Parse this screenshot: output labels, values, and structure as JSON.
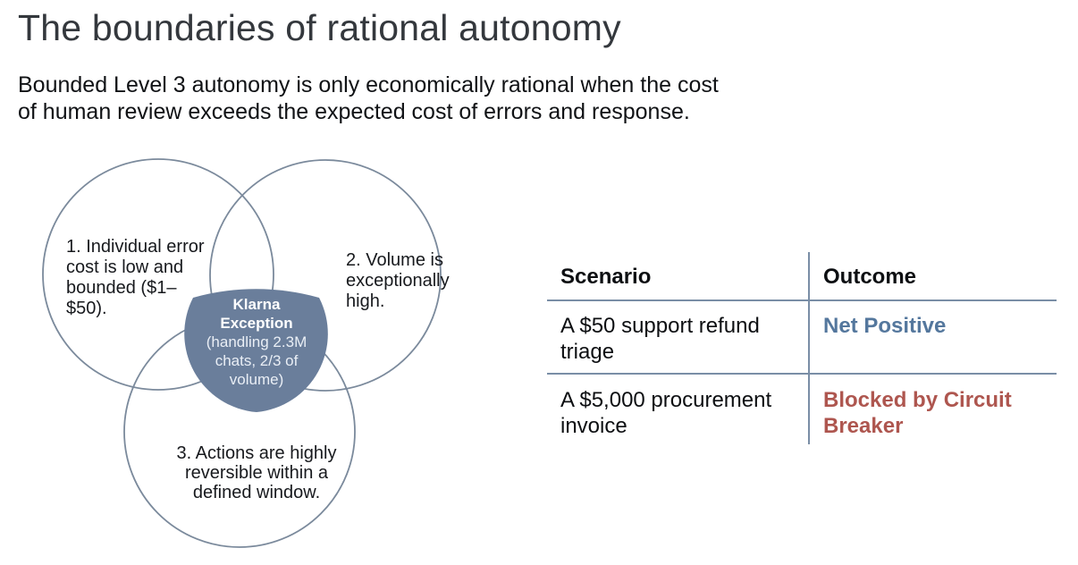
{
  "title": "The boundaries of rational autonomy",
  "subtitle": {
    "line1": "Bounded Level 3 autonomy is only economically rational when the cost",
    "line2": "of human review exceeds the expected cost of errors and response."
  },
  "venn": {
    "circle1_label": "1. Individual error cost is low and bounded ($1–$50).",
    "circle2_label": "2. Volume is exceptionally high.",
    "circle3_label": "3. Actions are highly reversible within a defined window.",
    "center": {
      "title": "Klarna Exception",
      "detail": "(handling 2.3M chats, 2/3 of volume)"
    },
    "colors": {
      "circle_stroke": "#7b8a9c",
      "center_fill": "#6a7e9b",
      "center_text": "#ffffff"
    }
  },
  "table": {
    "columns": [
      "Scenario",
      "Outcome"
    ],
    "rule_color": "#7a8ea6",
    "rows": [
      {
        "scenario": "A $50 support refund triage",
        "outcome": "Net Positive",
        "outcome_color": "#54779d"
      },
      {
        "scenario": "A $5,000 procurement invoice",
        "outcome": "Blocked by Circuit Breaker",
        "outcome_color": "#ae564f"
      }
    ]
  }
}
